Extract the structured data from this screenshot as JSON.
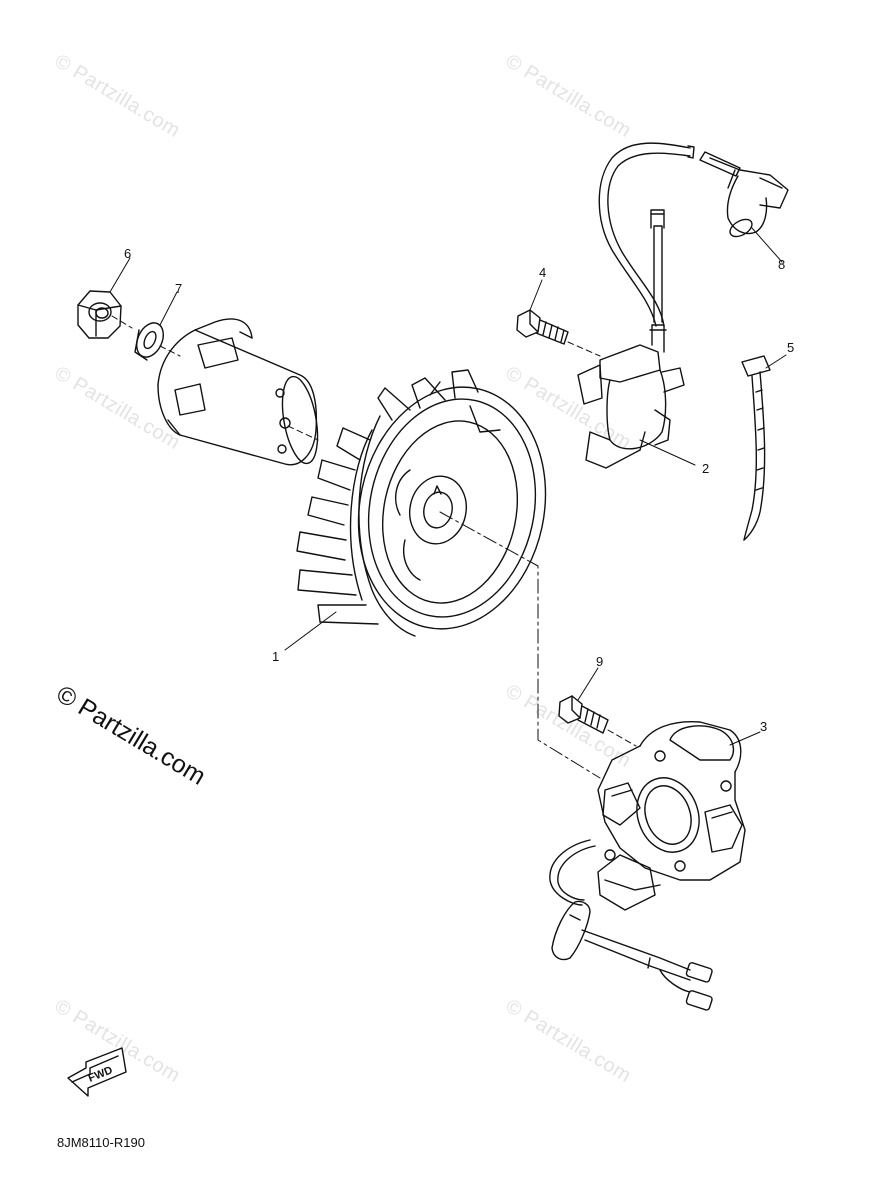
{
  "watermark": {
    "text": "© Partzilla.com",
    "main_text": "© Partzilla.com"
  },
  "callouts": [
    {
      "id": "1",
      "label": "1"
    },
    {
      "id": "2",
      "label": "2"
    },
    {
      "id": "3",
      "label": "3"
    },
    {
      "id": "4",
      "label": "4"
    },
    {
      "id": "5",
      "label": "5"
    },
    {
      "id": "6",
      "label": "6"
    },
    {
      "id": "7",
      "label": "7"
    },
    {
      "id": "8",
      "label": "8"
    },
    {
      "id": "9",
      "label": "9"
    }
  ],
  "fwd_label": "FWD",
  "diagram_code": "8JM8110-R190"
}
